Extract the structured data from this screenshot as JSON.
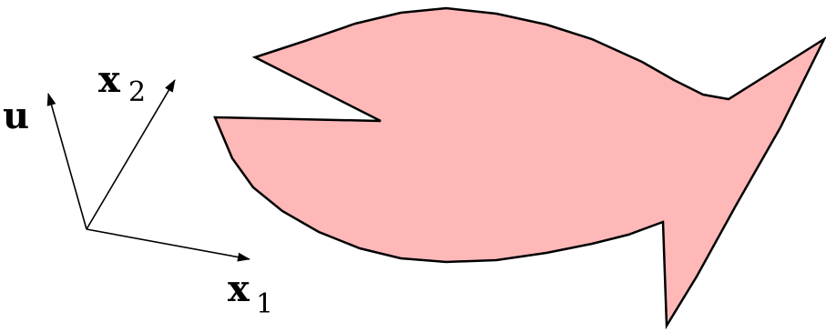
{
  "labels": {
    "u": "u",
    "x1_base": "x",
    "x1_sub": "1",
    "x2_base": "x",
    "x2_sub": "2"
  },
  "colors": {
    "fish_fill": "#ffb8b8",
    "stroke": "#000000",
    "background": "#ffffff"
  }
}
